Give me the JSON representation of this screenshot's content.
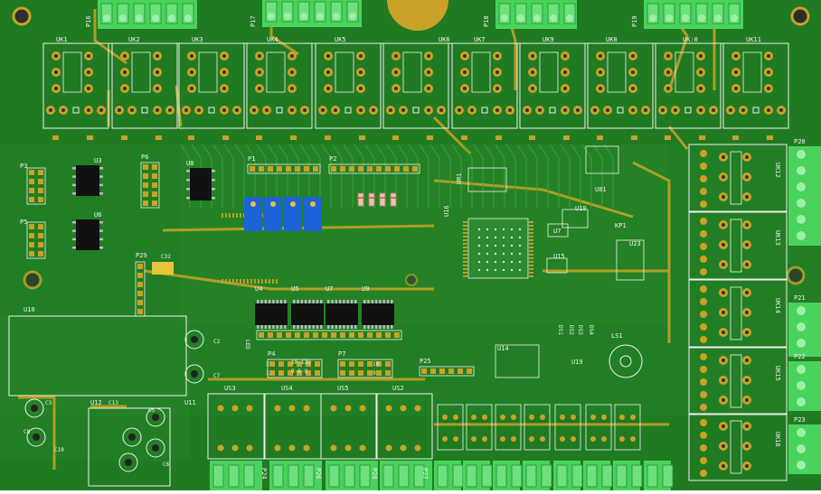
{
  "relay_labels": [
    "UK1",
    "UK2",
    "UK3",
    "UK4",
    "UK5",
    "UK6",
    "UK7",
    "UK9",
    "UK0",
    "UK:0",
    "UK11"
  ],
  "right_relay_labels": [
    "UK12",
    "UK13",
    "UK14",
    "UK15",
    "UK16"
  ],
  "top_connectors": [
    "P16",
    "P17",
    "P18",
    "P19"
  ],
  "right_connectors": [
    "P20",
    "P21",
    "P22",
    "P23"
  ],
  "left_headers": [
    "P3",
    "P5",
    "P6",
    "P1",
    "P2",
    "P4",
    "P7",
    "P25",
    "P29"
  ],
  "ic_labels": [
    "U3",
    "U6",
    "U8",
    "U4",
    "U5",
    "U7",
    "U9",
    "U16",
    "U81",
    "UR1",
    "U10",
    "U7",
    "U15",
    "U23",
    "U14",
    "U19",
    "U10",
    "U12",
    "U11",
    "KP1",
    "LS1"
  ],
  "led_labels": [
    "DS1",
    "DS2",
    "DS3",
    "DS4",
    "LED"
  ],
  "cap_labels": [
    "C2",
    "C7",
    "C32",
    "C3",
    "C8",
    "C13",
    "C10",
    "C5",
    "C6"
  ],
  "bottom_relay_labels": [
    "US3",
    "US4",
    "US5",
    "US2"
  ],
  "bottom_connectors": [
    "P24",
    "P26",
    "P28",
    "P27"
  ],
  "misc_text": [
    "10-12U",
    "9-6-U",
    "2",
    "1",
    "10",
    "9",
    "C13"
  ],
  "colors": {
    "board": "#1f7a22",
    "board_light": "#2a8c2b",
    "copper": "#c9a227",
    "silk": "#f0f0f0",
    "terminal": "#49d35c",
    "chip": "#111111",
    "trimmer": "#1b63d6"
  }
}
